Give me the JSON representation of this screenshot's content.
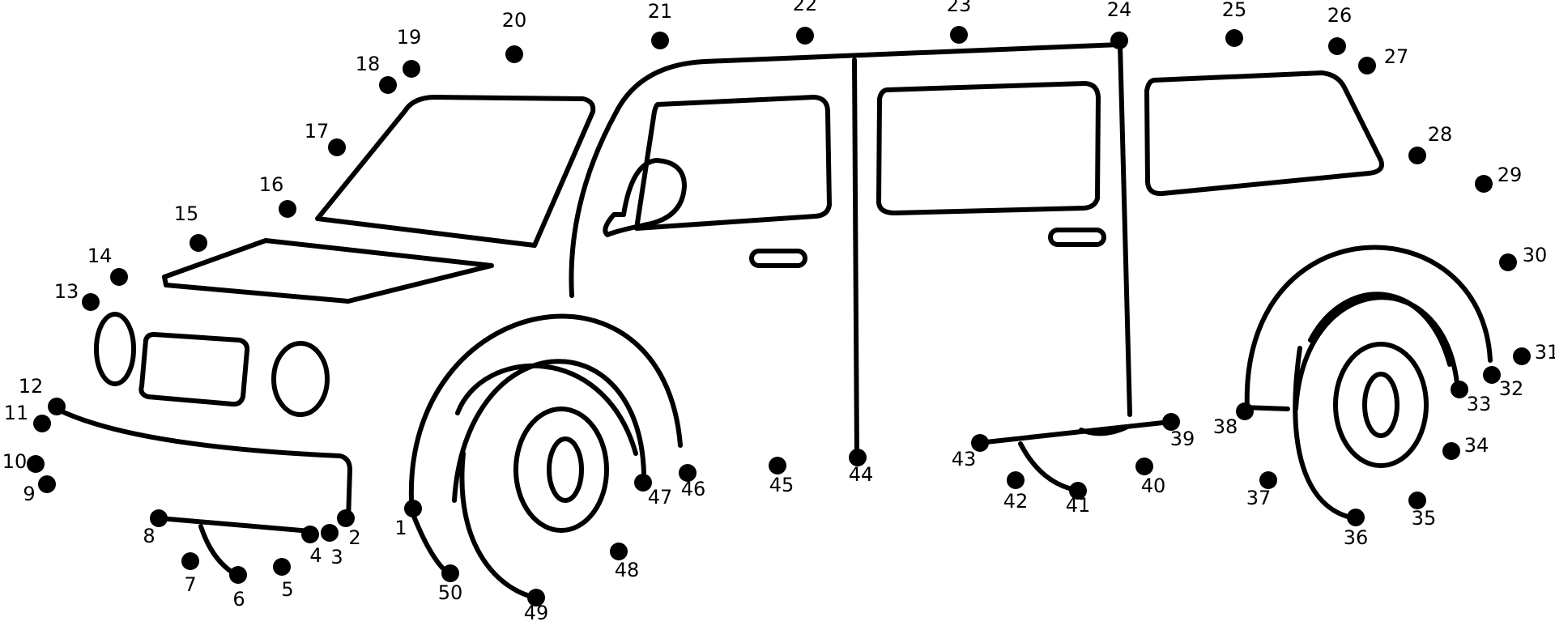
{
  "puzzle": {
    "dots": [
      {
        "n": "1"
      },
      {
        "n": "2"
      },
      {
        "n": "3"
      },
      {
        "n": "4"
      },
      {
        "n": "5"
      },
      {
        "n": "6"
      },
      {
        "n": "7"
      },
      {
        "n": "8"
      },
      {
        "n": "9"
      },
      {
        "n": "10"
      },
      {
        "n": "11"
      },
      {
        "n": "12"
      },
      {
        "n": "13"
      },
      {
        "n": "14"
      },
      {
        "n": "15"
      },
      {
        "n": "16"
      },
      {
        "n": "17"
      },
      {
        "n": "18"
      },
      {
        "n": "19"
      },
      {
        "n": "20"
      },
      {
        "n": "21"
      },
      {
        "n": "22"
      },
      {
        "n": "23"
      },
      {
        "n": "24"
      },
      {
        "n": "25"
      },
      {
        "n": "26"
      },
      {
        "n": "27"
      },
      {
        "n": "28"
      },
      {
        "n": "29"
      },
      {
        "n": "30"
      },
      {
        "n": "31"
      },
      {
        "n": "32"
      },
      {
        "n": "33"
      },
      {
        "n": "34"
      },
      {
        "n": "35"
      },
      {
        "n": "36"
      },
      {
        "n": "37"
      },
      {
        "n": "38"
      },
      {
        "n": "39"
      },
      {
        "n": "40"
      },
      {
        "n": "41"
      },
      {
        "n": "42"
      },
      {
        "n": "43"
      },
      {
        "n": "44"
      },
      {
        "n": "45"
      },
      {
        "n": "46"
      },
      {
        "n": "47"
      },
      {
        "n": "48"
      },
      {
        "n": "49"
      },
      {
        "n": "50"
      }
    ]
  }
}
